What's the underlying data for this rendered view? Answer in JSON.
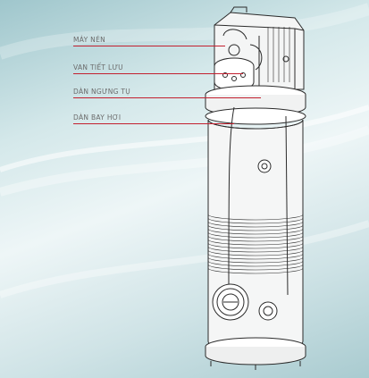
{
  "diagram": {
    "colors": {
      "leader_line": "#c3202f",
      "label_text": "#6b6b6b",
      "outline": "#2b2b2b",
      "body_fill": "#f5f6f6"
    },
    "labels": [
      {
        "id": "compressor",
        "text": "MÁY NÉN"
      },
      {
        "id": "expansion-valve",
        "text": "VAN TIẾT LƯU"
      },
      {
        "id": "condenser",
        "text": "DÀN NGƯNG TỤ"
      },
      {
        "id": "evaporator",
        "text": "DÀN BAY HƠI"
      }
    ]
  }
}
